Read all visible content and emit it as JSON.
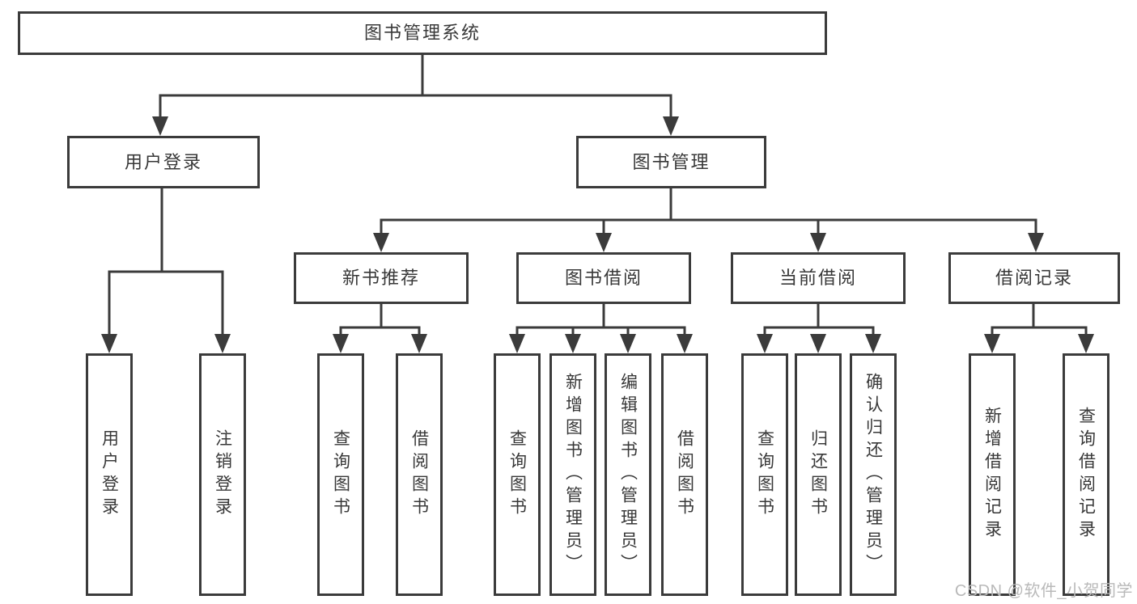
{
  "diagram": {
    "root": {
      "label": "图书管理系统"
    },
    "level2": [
      {
        "label": "用户登录"
      },
      {
        "label": "图书管理"
      }
    ],
    "level3": [
      {
        "label": "新书推荐"
      },
      {
        "label": "图书借阅"
      },
      {
        "label": "当前借阅"
      },
      {
        "label": "借阅记录"
      }
    ],
    "leaves": {
      "user_login": [
        "用户登录",
        "注销登录"
      ],
      "new_book_recommend": [
        "查询图书",
        "借阅图书"
      ],
      "book_borrow": [
        "查询图书",
        "新增图书（管理员）",
        "编辑图书（管理员）",
        "借阅图书"
      ],
      "current_borrow": [
        "查询图书",
        "归还图书",
        "确认归还（管理员）"
      ],
      "borrow_record": [
        "新增借阅记录",
        "查询借阅记录"
      ]
    }
  },
  "watermark": {
    "text": "CSDN @软件_小贺同学"
  },
  "colors": {
    "line": "#3b3b3b",
    "box_border": "#3b3b3b",
    "text": "#383838",
    "background": "#ffffff",
    "watermark": "#b9b9b9"
  }
}
